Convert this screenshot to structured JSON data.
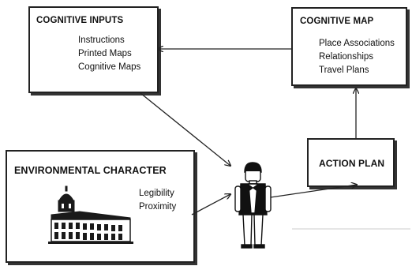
{
  "cognitive_inputs": {
    "title": "COGNITIVE INPUTS",
    "items": [
      "Instructions",
      "Printed Maps",
      "Cognitive Maps"
    ]
  },
  "cognitive_map": {
    "title": "COGNITIVE MAP",
    "items": [
      "Place Associations",
      "Relationships",
      "Travel Plans"
    ]
  },
  "action_plan": {
    "title": "ACTION PLAN"
  },
  "environmental_character": {
    "title": "ENVIRONMENTAL CHARACTER",
    "items": [
      "Legibility",
      "Proximity"
    ]
  }
}
